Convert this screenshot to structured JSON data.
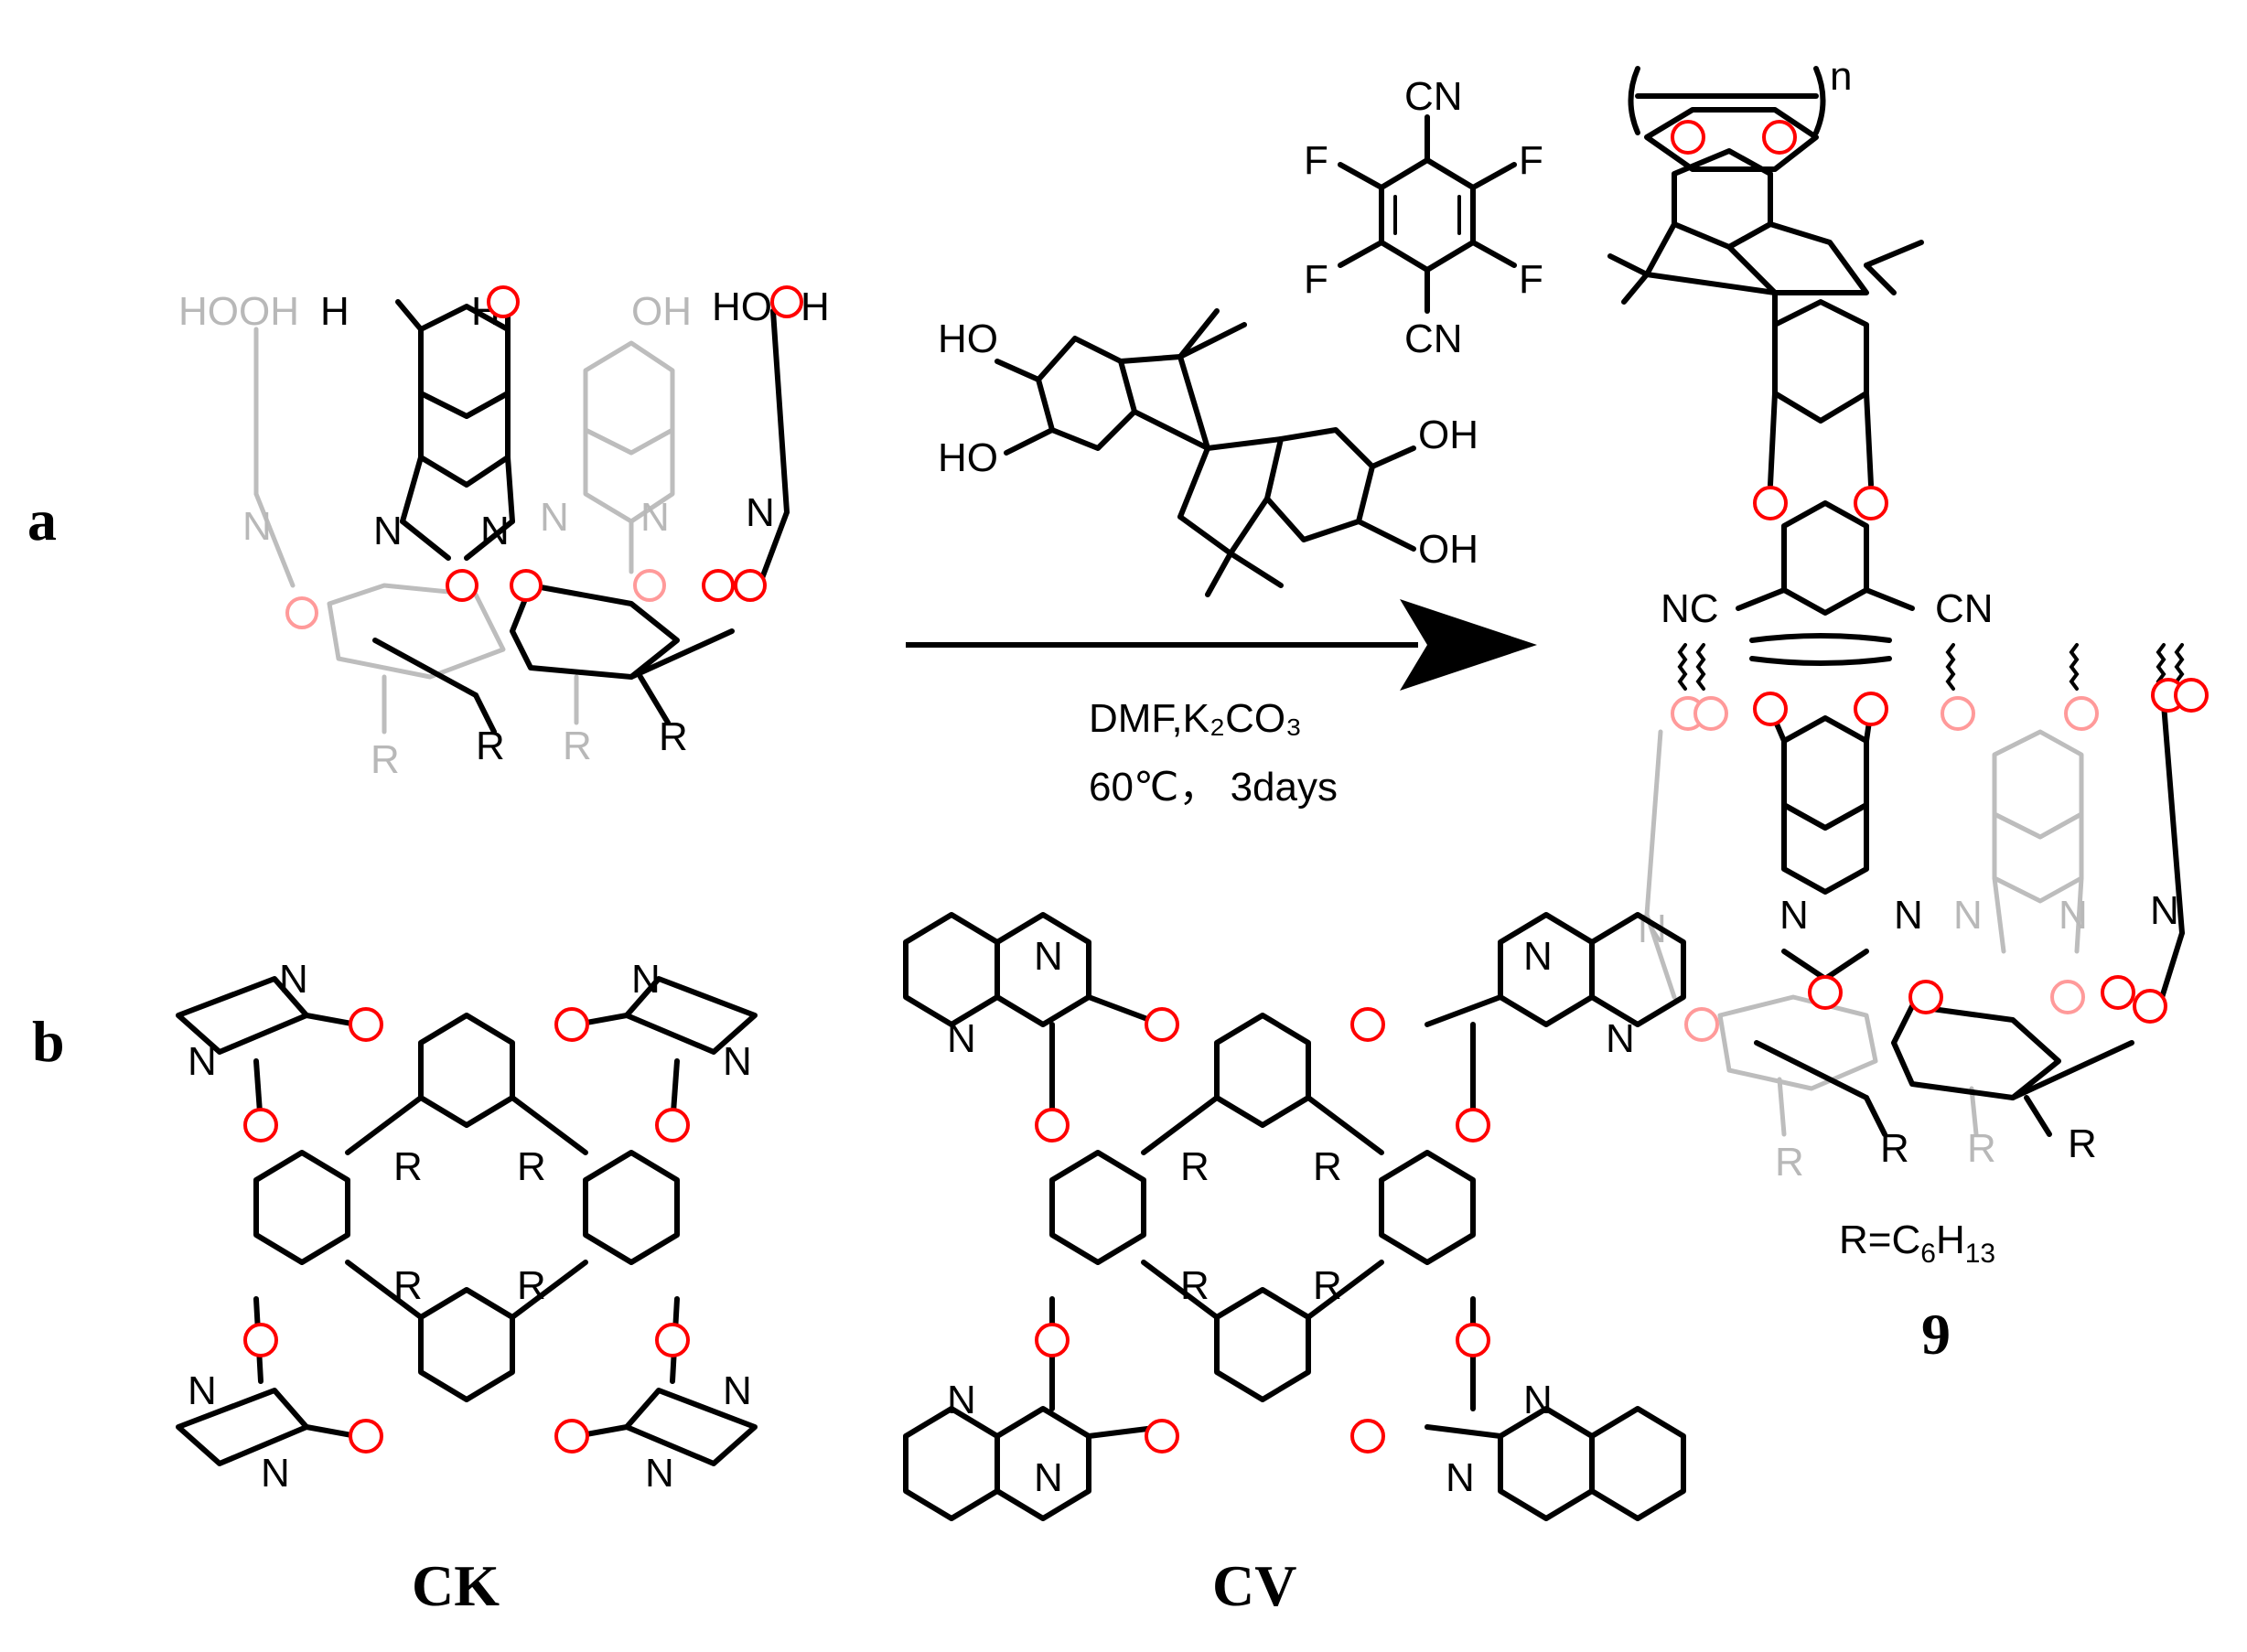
{
  "panels": {
    "a": "a",
    "b": "b"
  },
  "reaction": {
    "conditions_line1": "DMF,K₂CO₃",
    "conditions_line2": "60℃， 3days",
    "tfpn_cn_top": "CN",
    "tfpn_cn_bottom": "CN",
    "tfpn_f": "F",
    "ttsbi_oh": "HO",
    "ttsbi_oh_right": "OH"
  },
  "cavitand_start": {
    "oh_black_left": "H",
    "oh_black_right": "H",
    "oh_grey_left": "HOOH",
    "oh_grey_mid": "OH",
    "oh_right": "HO",
    "oh_right_h": "H",
    "n": "N",
    "r": "R"
  },
  "product": {
    "nc_left": "NC",
    "cn_right": "CN",
    "n_sub": "n",
    "r_def_pre": "R=C",
    "r_def_6": "6",
    "r_def_h": "H",
    "r_def_13": "13",
    "label": "9"
  },
  "compounds": {
    "ck": "CK",
    "cv": "CV"
  },
  "atoms": {
    "o": "O",
    "n": "N",
    "r": "R"
  },
  "colors": {
    "bond": "#000000",
    "oxygen": "#ff0000",
    "back_bond": "#bdbdbd"
  }
}
